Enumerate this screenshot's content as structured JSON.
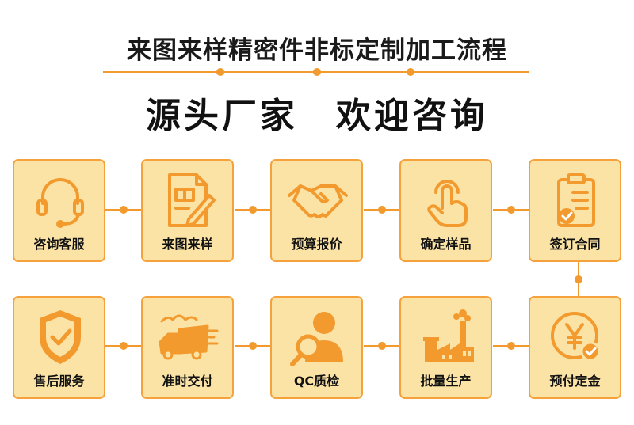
{
  "header": {
    "title": "来图来样精密件非标定制加工流程",
    "subtitle": "源头厂家　欢迎咨询"
  },
  "steps": [
    {
      "label": "咨询客服",
      "icon": "headset-icon"
    },
    {
      "label": "来图来样",
      "icon": "drawing-pencil-icon"
    },
    {
      "label": "预算报价",
      "icon": "handshake-icon"
    },
    {
      "label": "确定样品",
      "icon": "hand-pointer-icon"
    },
    {
      "label": "签订合同",
      "icon": "clipboard-check-icon"
    },
    {
      "label": "预付定金",
      "icon": "yen-coin-icon"
    },
    {
      "label": "批量生产",
      "icon": "factory-icon"
    },
    {
      "label": "QC质检",
      "icon": "magnifier-person-icon"
    },
    {
      "label": "准时交付",
      "icon": "delivery-truck-icon"
    },
    {
      "label": "售后服务",
      "icon": "shield-check-icon"
    }
  ],
  "colors": {
    "accent": "#f29a2e",
    "card_fill": "#fbe3a6",
    "card_border": "#f5a23c"
  }
}
